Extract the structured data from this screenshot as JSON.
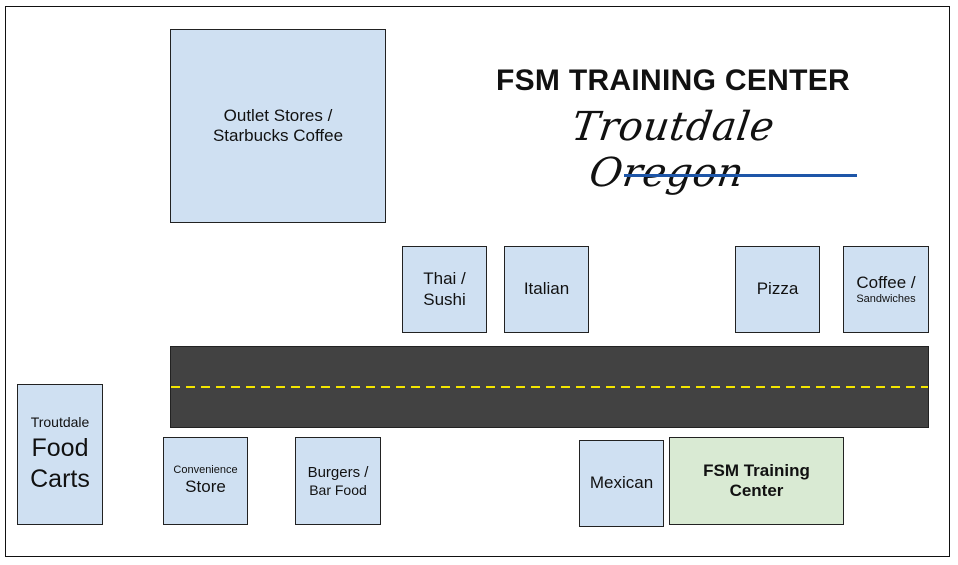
{
  "header": {
    "title": "FSM TRAINING CENTER",
    "subtitle": "Troutdale Oregon",
    "accent_color": "#1e56a8"
  },
  "map": {
    "road": {
      "fill_color": "#424242",
      "center_line_color": "#f2e500"
    },
    "locations": {
      "outlet": {
        "line1": "Outlet Stores /",
        "line2": "Starbucks Coffee"
      },
      "thai": {
        "line1": "Thai /",
        "line2": "Sushi"
      },
      "italian": {
        "label": "Italian"
      },
      "pizza": {
        "label": "Pizza"
      },
      "coffee": {
        "line1": "Coffee /",
        "line2": "Sandwiches"
      },
      "food_carts": {
        "line1": "Troutdale",
        "line2": "Food",
        "line3": "Carts"
      },
      "convenience": {
        "line1": "Convenience",
        "line2": "Store"
      },
      "burgers": {
        "line1": "Burgers /",
        "line2": "Bar Food"
      },
      "mexican": {
        "label": "Mexican"
      },
      "fsm": {
        "line1": "FSM Training",
        "line2": "Center"
      }
    },
    "colors": {
      "business_fill": "#cfe0f2",
      "destination_fill": "#d9ead3"
    }
  }
}
